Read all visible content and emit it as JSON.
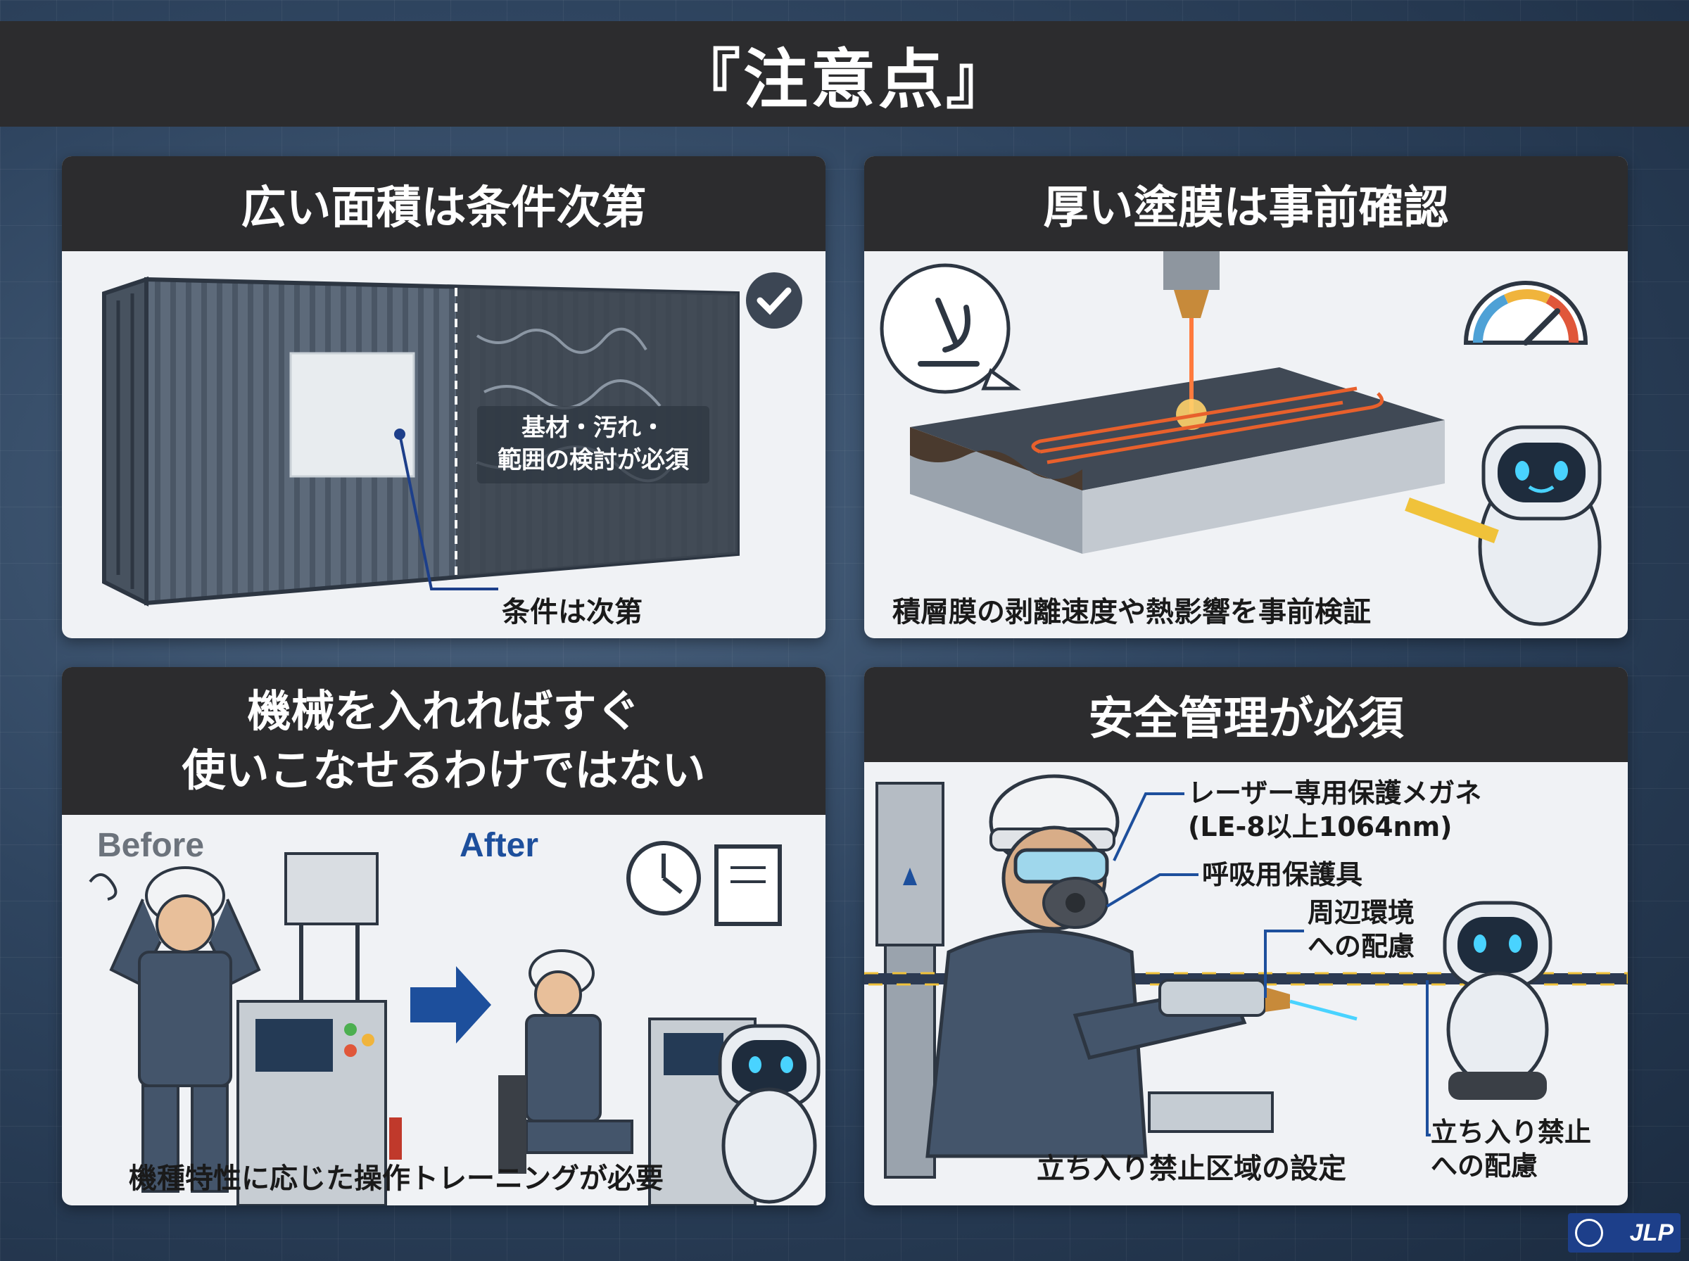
{
  "page": {
    "title": "『注意点』"
  },
  "panels": {
    "area": {
      "heading": "広い面積は条件次第",
      "callout": "基材・汚れ・\n範囲の検討が必須",
      "caption": "条件は次第"
    },
    "coating": {
      "heading": "厚い塗膜は事前確認",
      "caption": "積層膜の剥離速度や熱影響を事前検証"
    },
    "training": {
      "heading_line1": "機械を入れればすぐ",
      "heading_line2": "使いこなせるわけではない",
      "before_label": "Before",
      "after_label": "After",
      "caption": "機種特性に応じた操作トレーニングが必要"
    },
    "safety": {
      "heading": "安全管理が必須",
      "glasses_label_line1": "レーザー専用保護メガネ",
      "glasses_label_line2": "(LE-8以上1064nm)",
      "respirator_label": "呼吸用保護具",
      "environment_label_line1": "周辺環境",
      "environment_label_line2": "への配慮",
      "restricted_label_line1": "立ち入り禁止",
      "restricted_label_line2": "への配慮",
      "caption": "立ち入り禁止区域の設定"
    }
  },
  "logo": {
    "text": "JLP"
  },
  "colors": {
    "header_bg": "#2c2c2e",
    "panel_bg": "#f0f2f5",
    "accent_blue": "#1d4f9c",
    "laser_orange": "#e8602c"
  }
}
